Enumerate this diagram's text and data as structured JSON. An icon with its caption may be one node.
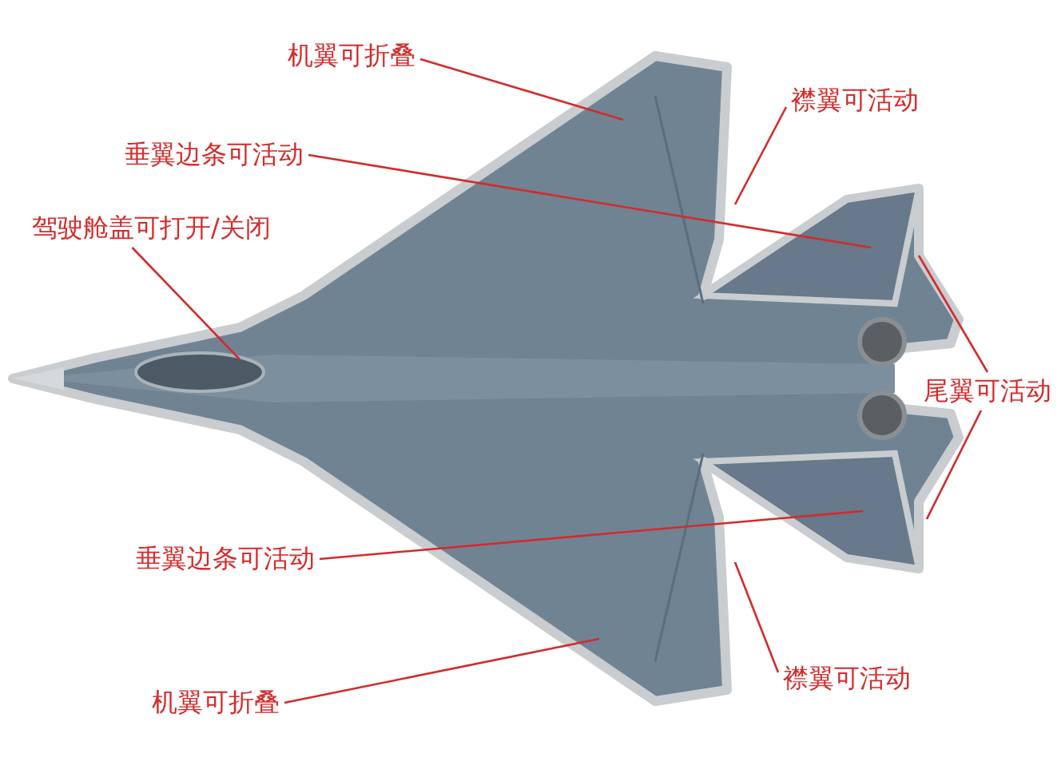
{
  "diagram": {
    "nodes": [
      {
        "text": [
          "机翼可折叠"
        ]
      },
      {
        "text": [
          "襟翼可活动"
        ]
      },
      {
        "text": [
          "垂翼边条可活动"
        ]
      },
      {
        "text": [
          "驾驶舱盖可打开/关闭"
        ]
      },
      {
        "text": [
          "尾翼可活动"
        ]
      },
      {
        "text": [
          "垂翼边条可活动"
        ]
      },
      {
        "text": [
          "襟翼可活动"
        ]
      },
      {
        "text": [
          "机翼可折叠"
        ]
      }
    ],
    "edges": [
      {
        "from": 0,
        "to": null,
        "arrow": "none"
      },
      {
        "from": 1,
        "to": null,
        "arrow": "none"
      },
      {
        "from": 2,
        "to": null,
        "arrow": "none"
      },
      {
        "from": 3,
        "to": null,
        "arrow": "none"
      },
      {
        "from": 4,
        "to": null,
        "arrow": "none"
      },
      {
        "from": 4,
        "to": null,
        "arrow": "none"
      },
      {
        "from": 5,
        "to": null,
        "arrow": "none"
      },
      {
        "from": 6,
        "to": null,
        "arrow": "none"
      },
      {
        "from": 7,
        "to": null,
        "arrow": "none"
      }
    ]
  }
}
